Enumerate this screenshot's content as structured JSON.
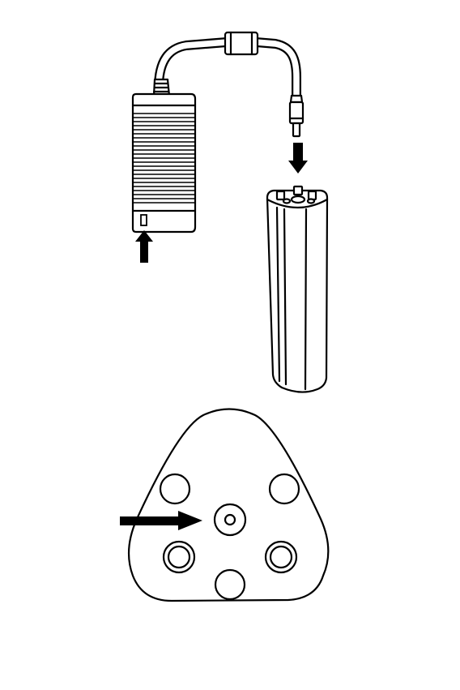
{
  "figure": {
    "type": "instruction-diagram",
    "colors": {
      "stroke": "#000000",
      "background": "#ffffff"
    },
    "parts": [
      "power-adapter",
      "dc-cable",
      "ferrite-choke",
      "dc-plug",
      "battery-pack",
      "battery-top-connector-view"
    ],
    "arrows": [
      "arrow-into-adapter",
      "arrow-plug-into-battery",
      "arrow-to-center-socket"
    ]
  }
}
